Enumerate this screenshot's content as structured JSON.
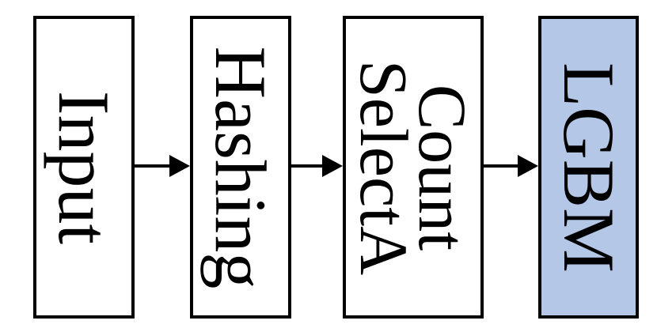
{
  "diagram": {
    "nodes": [
      {
        "id": "input",
        "label": "Input",
        "fill": "#ffffff"
      },
      {
        "id": "hashing",
        "label": "Hashing",
        "fill": "#ffffff"
      },
      {
        "id": "count_selecta",
        "label_lines": [
          "Count",
          "SelectA"
        ],
        "fill": "#ffffff"
      },
      {
        "id": "lgbm",
        "label": "LGBM",
        "fill": "#b4c7e7"
      }
    ],
    "edges": [
      {
        "from": "input",
        "to": "hashing"
      },
      {
        "from": "hashing",
        "to": "count_selecta"
      },
      {
        "from": "count_selecta",
        "to": "lgbm"
      }
    ],
    "border_color": "#000000",
    "text_color": "#000000",
    "arrow_color": "#000000"
  }
}
